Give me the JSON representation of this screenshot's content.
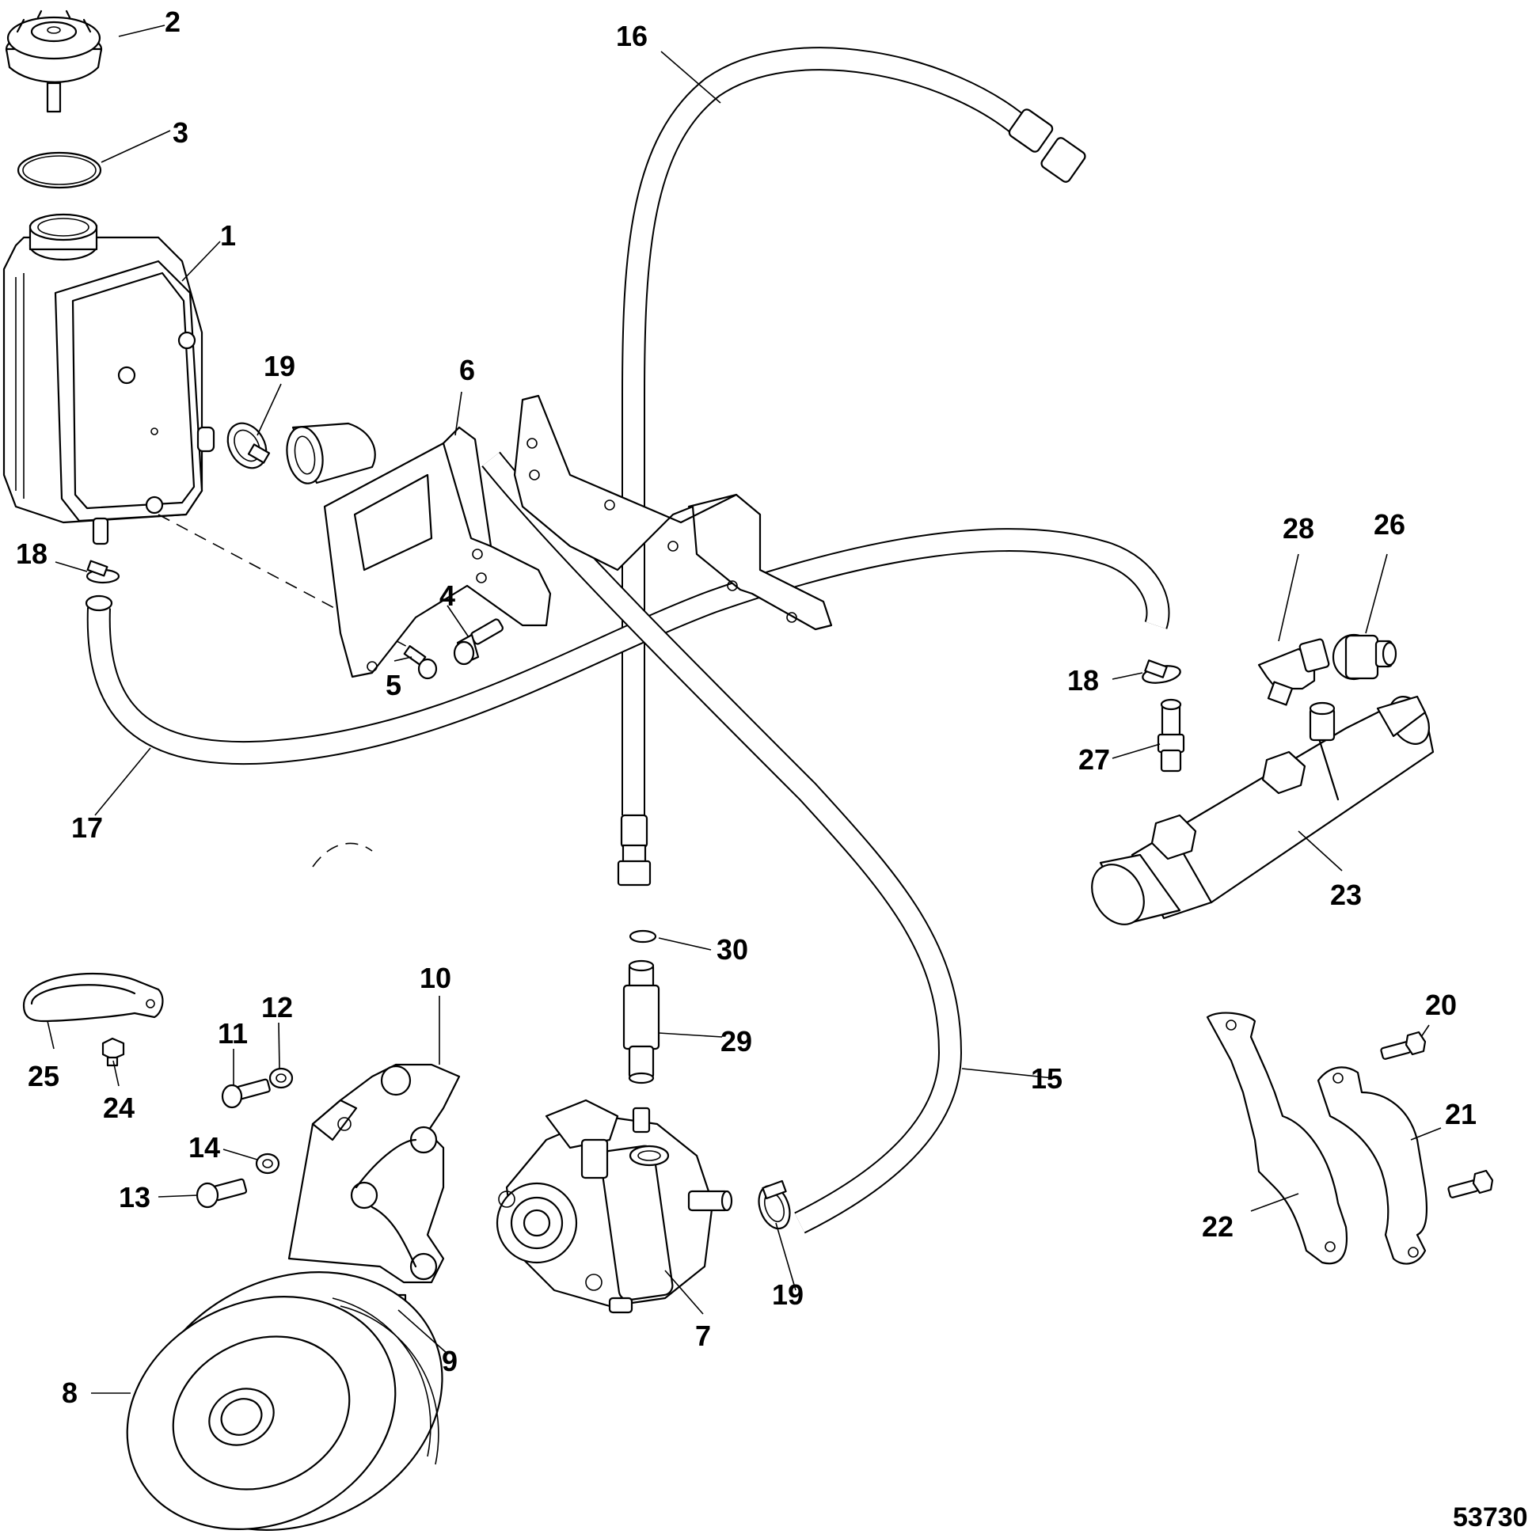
{
  "drawing_number": "53730",
  "callouts": {
    "c1": "1",
    "c2": "2",
    "c3": "3",
    "c4": "4",
    "c5": "5",
    "c6": "6",
    "c7": "7",
    "c8": "8",
    "c9": "9",
    "c10": "10",
    "c11": "11",
    "c12": "12",
    "c13": "13",
    "c14": "14",
    "c15": "15",
    "c16": "16",
    "c17": "17",
    "c18a": "18",
    "c18b": "18",
    "c19a": "19",
    "c19b": "19",
    "c20": "20",
    "c21": "21",
    "c22": "22",
    "c23": "23",
    "c24": "24",
    "c25": "25",
    "c26": "26",
    "c27": "27",
    "c28": "28",
    "c29": "29",
    "c30": "30"
  }
}
